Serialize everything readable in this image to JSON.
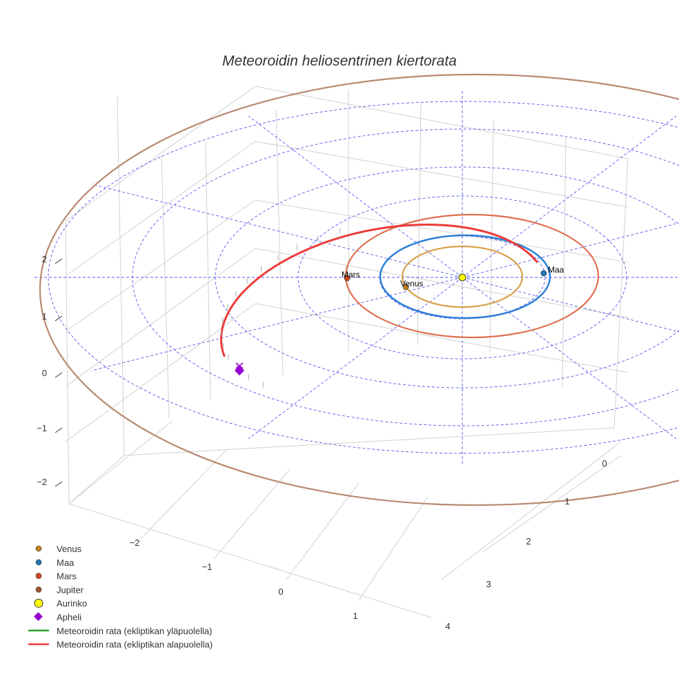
{
  "chart_data": {
    "type": "scatter3d",
    "title": "Meteoroidin heliosentrinen kiertorata",
    "x_ticks": [
      "−2",
      "−1",
      "0",
      "1"
    ],
    "y_ticks": [
      "0",
      "1",
      "2",
      "3",
      "4"
    ],
    "z_ticks": [
      "2",
      "1",
      "0",
      "−1",
      "−2"
    ],
    "planets": [
      {
        "name": "Venus",
        "color": "#c8801a",
        "label": "Venus"
      },
      {
        "name": "Maa",
        "color": "#1f77b4",
        "label": "Maa"
      },
      {
        "name": "Mars",
        "color": "#d2461e",
        "label": "Mars"
      },
      {
        "name": "Jupiter",
        "color": "#a0522d"
      }
    ],
    "orbit_colors": {
      "venus": "#d9a04a",
      "maa": "#2d7fd6",
      "mars": "#e07050",
      "jupiter": "#b88870"
    },
    "sun": {
      "name": "Aurinko",
      "color": "#ffff00"
    },
    "aphelion": {
      "name": "Apheli",
      "color": "#9400d3"
    },
    "series": [
      {
        "name": "Meteoroidin rata (ekliptikan yläpuolella)",
        "color": "#2ca02c"
      },
      {
        "name": "Meteoroidin rata (ekliptikan alapuolella)",
        "color": "#ef3b3b"
      }
    ],
    "grid": true,
    "legend_position": "bottom-left"
  }
}
